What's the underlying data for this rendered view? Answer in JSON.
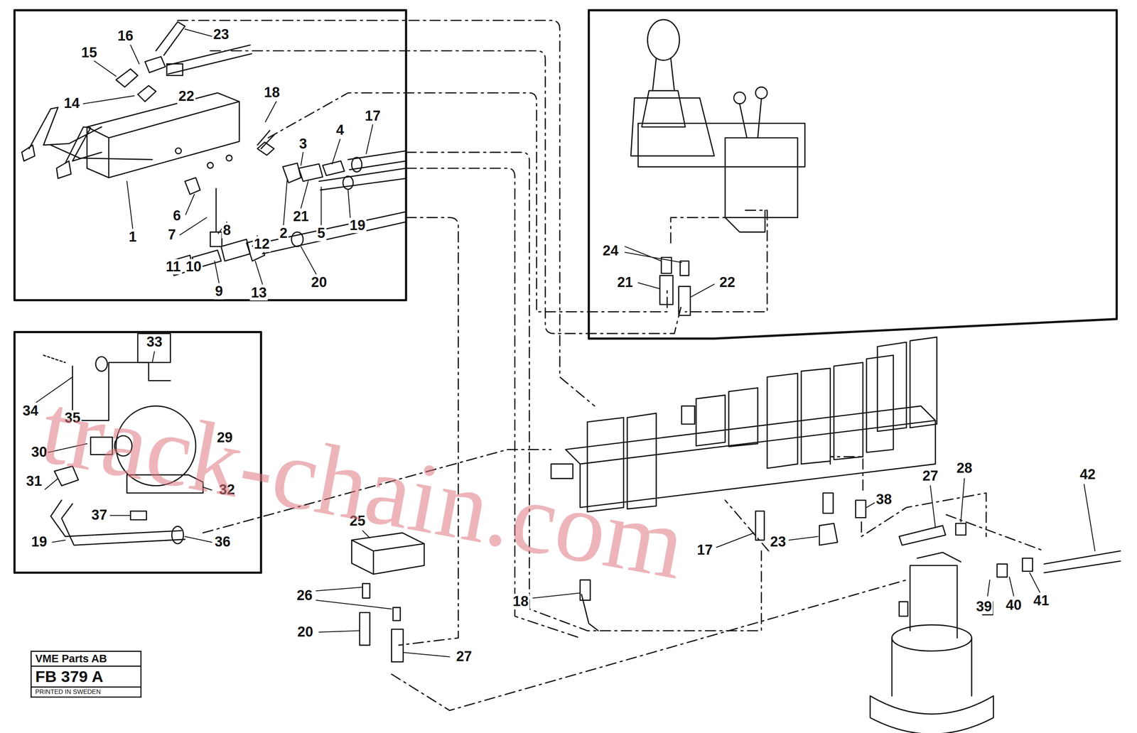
{
  "diagram": {
    "nodes": [
      {
        "text": [
          "VME Parts AB",
          "FB 379 A",
          "PRINTED IN SWEDEN"
        ]
      }
    ],
    "labels": [
      "23",
      "16",
      "15",
      "22",
      "14",
      "18",
      "3",
      "4",
      "17",
      "6",
      "21",
      "2",
      "5",
      "19",
      "7",
      "1",
      "8",
      "12",
      "11",
      "10",
      "9",
      "13",
      "20",
      "24",
      "21",
      "22",
      "33",
      "34",
      "35",
      "29",
      "30",
      "31",
      "32",
      "37",
      "19",
      "36",
      "25",
      "26",
      "20",
      "27",
      "18",
      "17",
      "23",
      "38",
      "27",
      "28",
      "42",
      "39",
      "40",
      "41",
      "track-chain.com"
    ]
  }
}
